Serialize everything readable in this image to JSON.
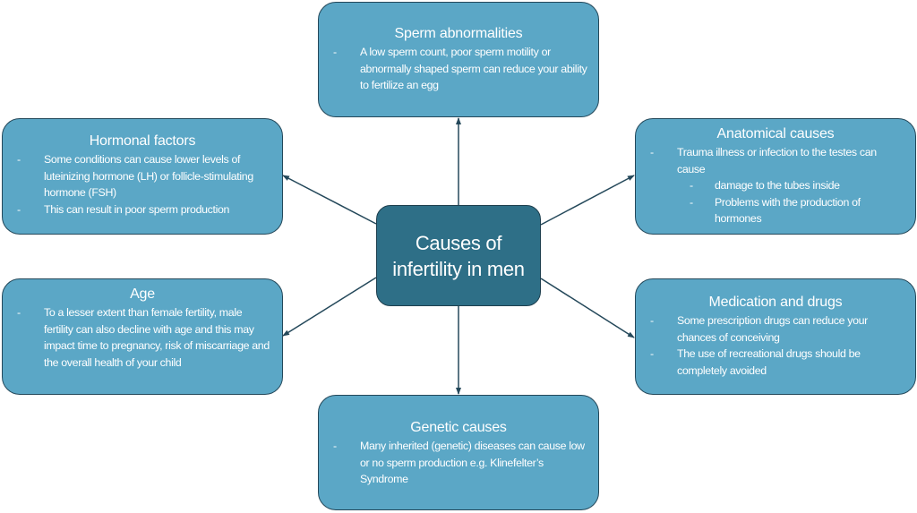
{
  "center": {
    "title": "Causes of infertility in men"
  },
  "boxes": {
    "sperm": {
      "title": "Sperm abnormalities",
      "items": [
        "A low sperm count, poor sperm motility or abnormally shaped sperm can reduce your ability to fertilize an egg"
      ]
    },
    "hormonal": {
      "title": "Hormonal factors",
      "items": [
        "Some conditions can cause lower levels of luteinizing hormone (LH) or follicle-stimulating hormone (FSH)",
        "This can result in poor sperm production"
      ]
    },
    "anatomical": {
      "title": "Anatomical causes",
      "items": [
        "Trauma illness or infection to the testes can cause"
      ],
      "subitems": [
        "damage to the tubes inside",
        "Problems with the production of hormones"
      ]
    },
    "age": {
      "title": "Age",
      "items": [
        "To a lesser extent than female fertility, male fertility can also decline with age and this may impact time to pregnancy, risk of miscarriage and the overall health of your child"
      ]
    },
    "medication": {
      "title": "Medication and drugs",
      "items": [
        "Some prescription drugs can reduce your chances of conceiving",
        "The use of recreational drugs should be completely avoided"
      ]
    },
    "genetic": {
      "title": "Genetic causes",
      "items": [
        "Many inherited (genetic) diseases can cause low or no sperm production e.g. Klinefelter’s Syndrome"
      ]
    }
  },
  "colors": {
    "box": "#5ba7c6",
    "center": "#2e6f87",
    "border": "#24485a"
  }
}
